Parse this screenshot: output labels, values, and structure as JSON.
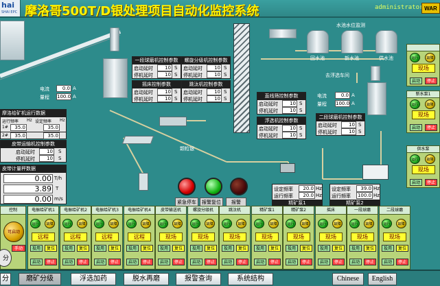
{
  "header": {
    "logo_text": "hai",
    "logo_sub": "SHAI EPC",
    "title": "摩洛哥500T/D银处理项目自动化监控系统",
    "user": "administrator",
    "warn_label": "WAR"
  },
  "water": {
    "title": "水池水位监测",
    "tanks": [
      "回水池",
      "新水池",
      "供水池"
    ]
  },
  "labels": {
    "to_clean": "去浮选车间",
    "granular": "颗粒银"
  },
  "panels": {
    "current": {
      "label": "电流",
      "value": "0.0",
      "unit": "A"
    },
    "flow": {
      "label": "量程",
      "value": "100.0",
      "unit": "A"
    },
    "shake": {
      "title": "一段球磨机控制参数",
      "rows": [
        {
          "label": "启动延时",
          "value": "10",
          "unit": "S"
        },
        {
          "label": "停机延时",
          "value": "10",
          "unit": "S"
        }
      ]
    },
    "spiral": {
      "title": "螺旋分级机控制参数",
      "rows": [
        {
          "label": "启动延时",
          "value": "10",
          "unit": "S"
        },
        {
          "label": "停机延时",
          "value": "10",
          "unit": "S"
        }
      ]
    },
    "bed": {
      "title": "摇床控制参数",
      "rows": [
        {
          "label": "启动延时",
          "value": "10",
          "unit": "S"
        },
        {
          "label": "停机延时",
          "value": "10",
          "unit": "S"
        }
      ]
    },
    "press": {
      "title": "跳汰机控制参数",
      "rows": [
        {
          "label": "启动延时",
          "value": "10",
          "unit": "S"
        },
        {
          "label": "停机延时",
          "value": "10",
          "unit": "S"
        }
      ]
    },
    "sieve": {
      "title": "直线筛控制参数",
      "rows": [
        {
          "label": "启动延时",
          "value": "10",
          "unit": "S"
        },
        {
          "label": "停机延时",
          "value": "10",
          "unit": "S"
        }
      ]
    },
    "cyclone": {
      "title": "浮选机控制参数",
      "rows": [
        {
          "label": "启动延时",
          "value": "10",
          "unit": "S"
        },
        {
          "label": "停机延时",
          "value": "10",
          "unit": "S"
        }
      ]
    },
    "mill2": {
      "title": "二段球磨机控制参数",
      "rows": [
        {
          "label": "启动延时",
          "value": "10",
          "unit": "S"
        },
        {
          "label": "停机延时",
          "value": "10",
          "unit": "S"
        }
      ]
    },
    "current2": {
      "label": "电流",
      "value": "0.0",
      "unit": "A"
    },
    "flow2": {
      "label": "量程",
      "value": "100.0",
      "unit": "A"
    }
  },
  "feeder": {
    "title": "摩洛给矿机运行数据",
    "headers": [
      "运行频率",
      "Hz",
      "设定频率",
      "Hz"
    ],
    "rows": [
      {
        "label": "1#",
        "a": "35.0",
        "b": "35.0"
      },
      {
        "label": "2#",
        "a": "35.0",
        "b": "35.0"
      }
    ]
  },
  "belt": {
    "title": "皮带运输机控制参数",
    "rows": [
      {
        "label": "启动延时",
        "value": "10",
        "unit": "S"
      },
      {
        "label": "停机延时",
        "value": "10",
        "unit": "S"
      }
    ]
  },
  "scale": {
    "title": "皮带计量秤数据",
    "rows": [
      {
        "value": "0.00",
        "unit": "T/h"
      },
      {
        "value": "3.89",
        "unit": "T"
      },
      {
        "value": "0.00",
        "unit": "m/s"
      }
    ]
  },
  "emergency": {
    "labels": [
      "紧急停车",
      "报警复位",
      "报警"
    ]
  },
  "pumps": {
    "pump1": {
      "set_label": "设定频率",
      "set_value": "20.0",
      "run_label": "运行频率",
      "run_value": "20.0",
      "unit": "Hz",
      "name": "精矿泵1"
    },
    "pump2": {
      "set_label": "设定频率",
      "set_value": "39.0",
      "run_label": "运行频率",
      "run_value": "100.0",
      "unit": "Hz",
      "name": "精矿泵2"
    }
  },
  "controls": [
    {
      "title": "电振给矿机1",
      "mode": "远程"
    },
    {
      "title": "电振给矿机2",
      "mode": "远程"
    },
    {
      "title": "电振给矿机3",
      "mode": "远程"
    },
    {
      "title": "电振给矿机4",
      "mode": "远程"
    },
    {
      "title": "皮带输送机",
      "mode": "现场"
    },
    {
      "title": "螺旋分级机",
      "mode": "现场"
    },
    {
      "title": "跳汰机",
      "mode": "现场"
    },
    {
      "title": "精矿泵1",
      "mode": "现场"
    },
    {
      "title": "精矿泵2",
      "mode": "现场"
    },
    {
      "title": "摇床",
      "mode": "现场"
    },
    {
      "title": "一段球磨",
      "mode": "现场"
    },
    {
      "title": "二段球磨",
      "mode": "现场"
    }
  ],
  "control_labels": {
    "run": "运行",
    "fault": "故障",
    "enable": "投用",
    "reset": "复位",
    "start": "启动",
    "stop": "停止"
  },
  "side": [
    {
      "title": "",
      "mode": "现场"
    },
    {
      "title": "新水泵1",
      "mode": "现场"
    },
    {
      "title": "供水泵",
      "mode": "现场"
    }
  ],
  "left_control": {
    "title": "控制",
    "knob_label": "可启动",
    "hand_label": "手动",
    "knob2": "分"
  },
  "nav": {
    "buttons": [
      "分",
      "磨矿分级",
      "浮选加药",
      "脱水再磨",
      "报警查询",
      "系统结构"
    ],
    "lang": [
      "Chinese",
      "English"
    ]
  }
}
